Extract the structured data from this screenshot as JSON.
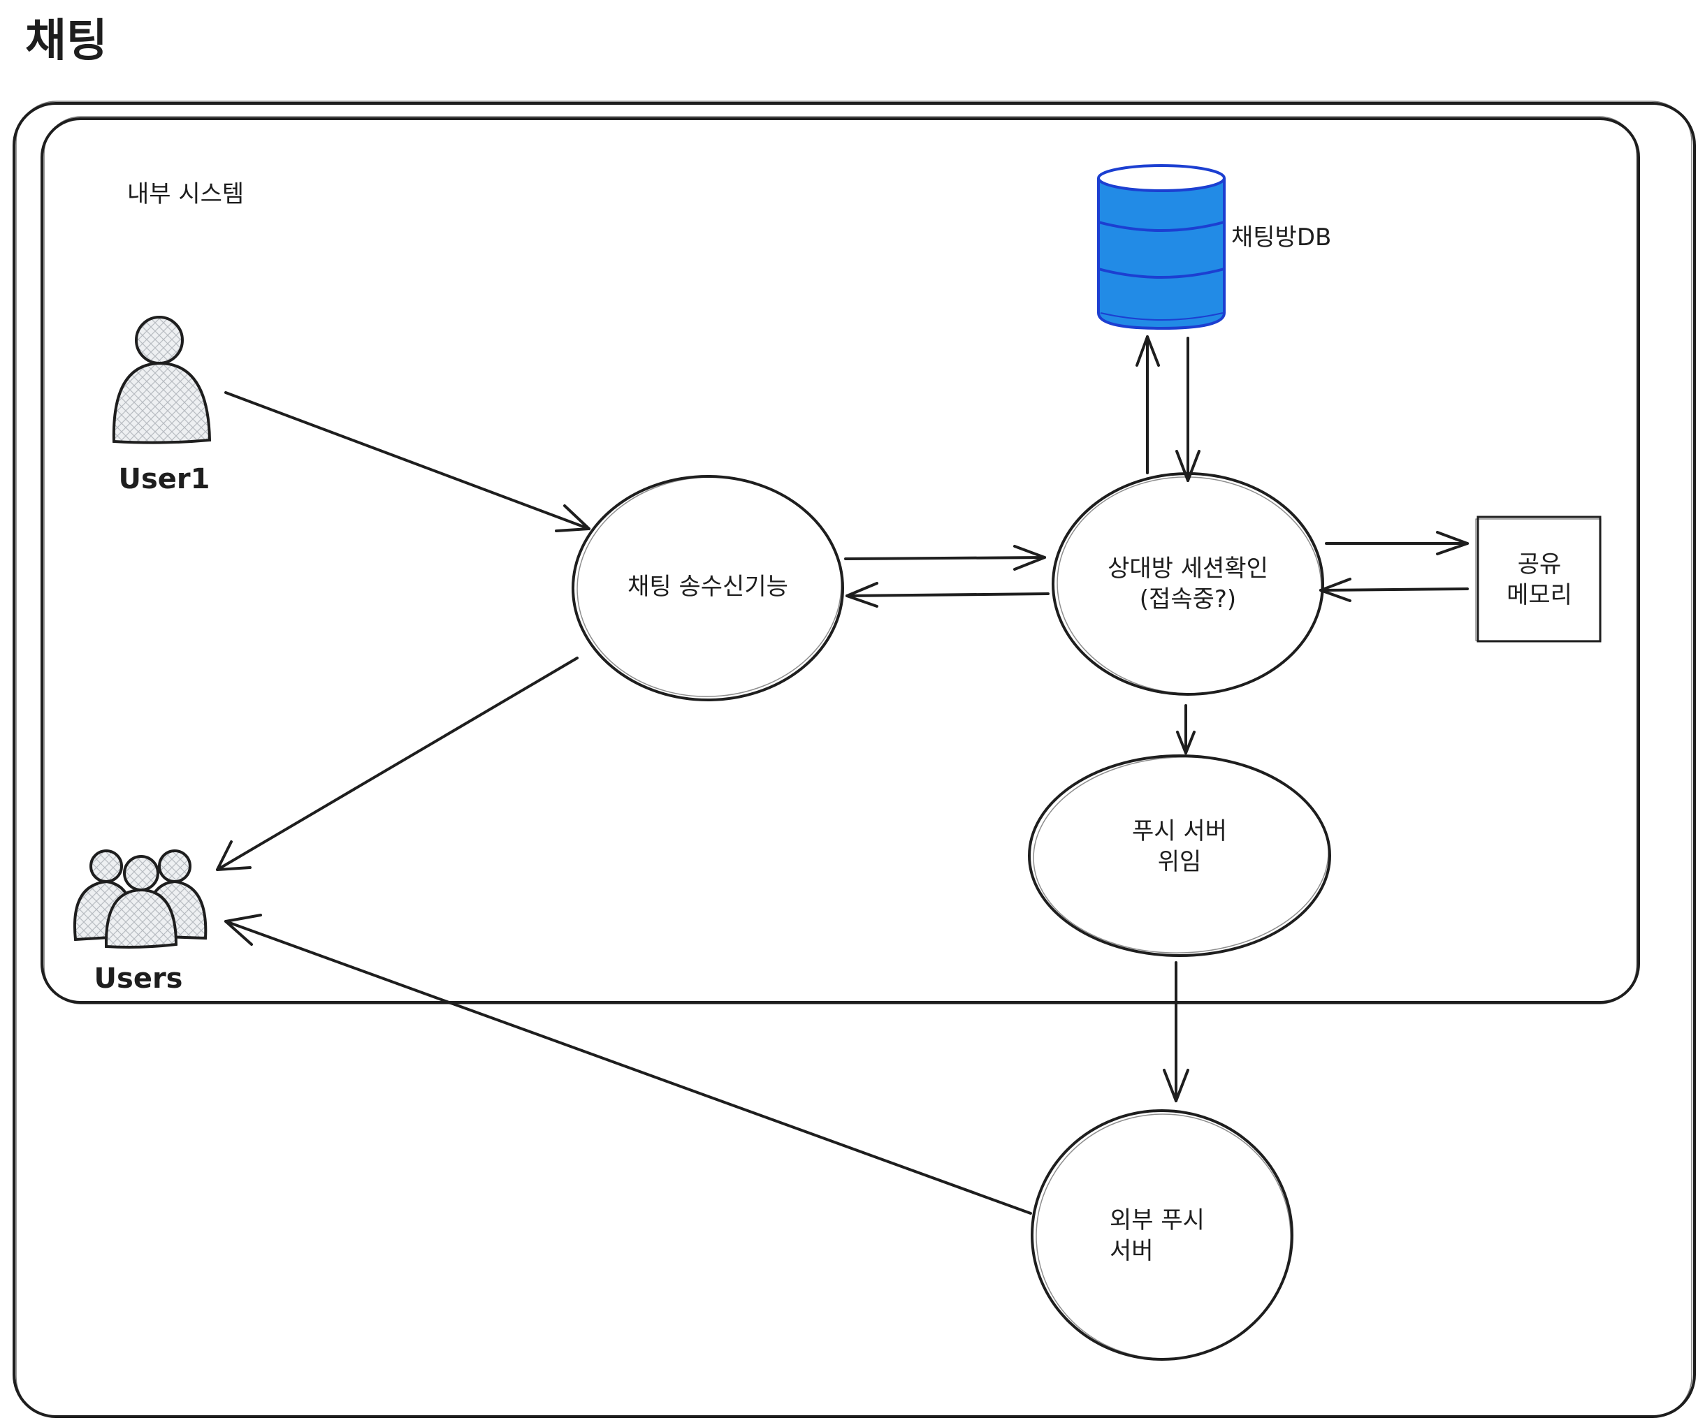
{
  "title": "채팅",
  "groups": {
    "internal": {
      "label": "내부 시스템"
    }
  },
  "nodes": {
    "chat_io": {
      "label": "채팅 송수신기능"
    },
    "session_check": {
      "label": "상대방 세션확인\n(접속중?)"
    },
    "push_delegate": {
      "label": "푸시 서버\n위임"
    },
    "external_push": {
      "label": "외부 푸시\n서버"
    },
    "shared_memory": {
      "label": "공유\n메모리"
    },
    "chatroom_db": {
      "label": "채팅방DB"
    }
  },
  "actors": {
    "user1": {
      "label": "User1"
    },
    "users": {
      "label": "Users"
    }
  },
  "colors": {
    "stroke": "#1e1e1e",
    "db_fill": "#228be6",
    "db_stroke": "#1c3fd1",
    "actor_fill": "#e9ecef"
  },
  "edges": [
    {
      "from": "user1",
      "to": "chat_io"
    },
    {
      "from": "chat_io",
      "to": "session_check"
    },
    {
      "from": "session_check",
      "to": "chat_io"
    },
    {
      "from": "session_check",
      "to": "chatroom_db"
    },
    {
      "from": "chatroom_db",
      "to": "session_check"
    },
    {
      "from": "session_check",
      "to": "shared_memory"
    },
    {
      "from": "shared_memory",
      "to": "session_check"
    },
    {
      "from": "session_check",
      "to": "push_delegate"
    },
    {
      "from": "push_delegate",
      "to": "external_push"
    },
    {
      "from": "chat_io",
      "to": "users"
    },
    {
      "from": "external_push",
      "to": "users"
    }
  ]
}
